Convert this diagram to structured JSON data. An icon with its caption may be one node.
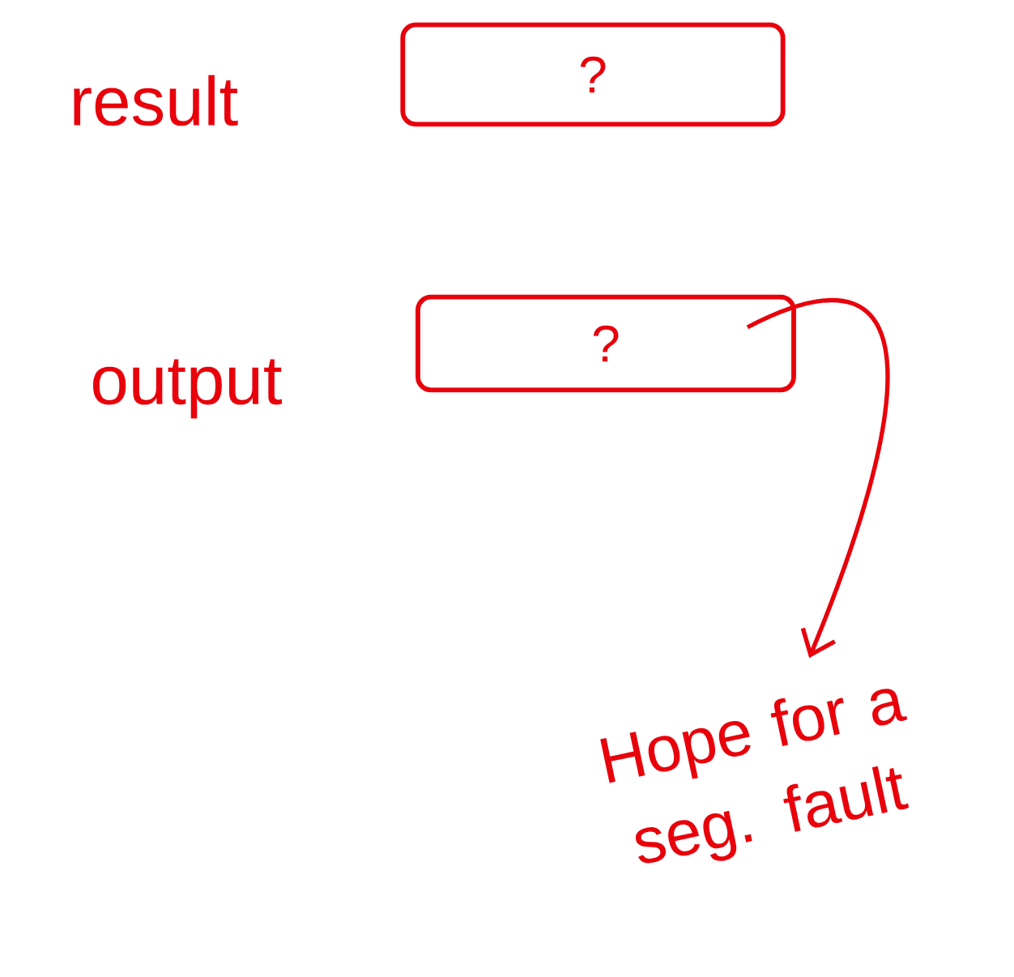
{
  "diagram": {
    "nodes": [
      {
        "text": [
          "?"
        ],
        "beside": [
          "result"
        ]
      },
      {
        "text": [
          "?"
        ],
        "beside": [
          "output"
        ]
      },
      {
        "text": [
          "Hope for a seg. fault"
        ]
      }
    ],
    "edges": [
      {
        "from": 1,
        "to": 2,
        "arrow": "to"
      }
    ]
  }
}
